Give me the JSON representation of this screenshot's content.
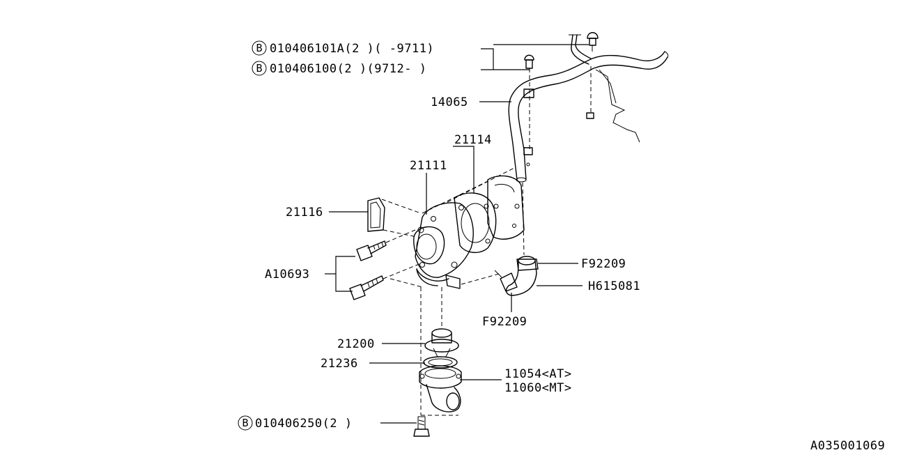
{
  "diagram_id": "A035001069",
  "bolt_symbol": "B",
  "callouts": {
    "bolt_a": "010406101A(2 )(     -9711)",
    "bolt_b": "010406100(2 )(9712-     )",
    "pipe": "14065",
    "gasket_21114": "21114",
    "pump_21111": "21111",
    "cover_21116": "21116",
    "bolt_a10693": "A10693",
    "clip_f92209_upper": "F92209",
    "hose_h615081": "H615081",
    "clip_f92209_lower": "F92209",
    "thermostat_21200": "21200",
    "gasket_21236": "21236",
    "housing_at": "11054<AT>",
    "housing_mt": "11060<MT>",
    "bolt_bottom": "010406250(2 )"
  }
}
